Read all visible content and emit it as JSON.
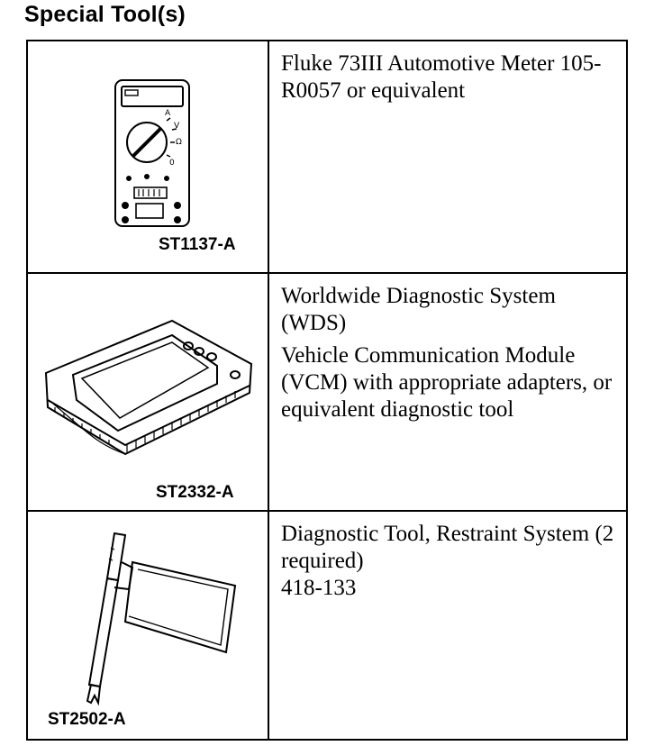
{
  "page": {
    "title": "Special Tool(s)"
  },
  "tools": [
    {
      "code": "ST1137-A",
      "icon": "multimeter-icon",
      "lines": [
        "Fluke 73III Automotive Meter 105-R0057 or equivalent"
      ]
    },
    {
      "code": "ST2332-A",
      "icon": "diagnostic-scanner-icon",
      "lines": [
        "Worldwide Diagnostic System (WDS)",
        "Vehicle Communication Module (VCM) with appropriate adapters, or equivalent diagnostic tool"
      ]
    },
    {
      "code": "ST2502-A",
      "icon": "restraint-diagnostic-tool-icon",
      "lines": [
        "Diagnostic Tool, Restraint System (2 required)",
        "418-133"
      ]
    }
  ]
}
